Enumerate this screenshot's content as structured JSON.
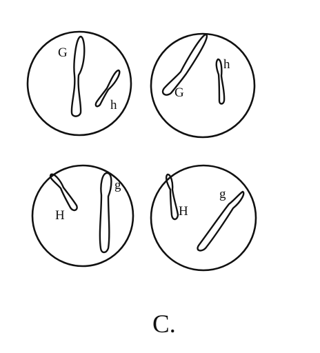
{
  "option_label": "C.",
  "cells": [
    {
      "id": "cell-top-left",
      "long_gene": "G",
      "short_gene": "h"
    },
    {
      "id": "cell-top-right",
      "long_gene": "G",
      "short_gene": "h"
    },
    {
      "id": "cell-bottom-left",
      "long_gene": "g",
      "short_gene": "H"
    },
    {
      "id": "cell-bottom-right",
      "long_gene": "g",
      "short_gene": "H"
    }
  ],
  "colors": {
    "ink": "#111111",
    "background": "#ffffff"
  }
}
